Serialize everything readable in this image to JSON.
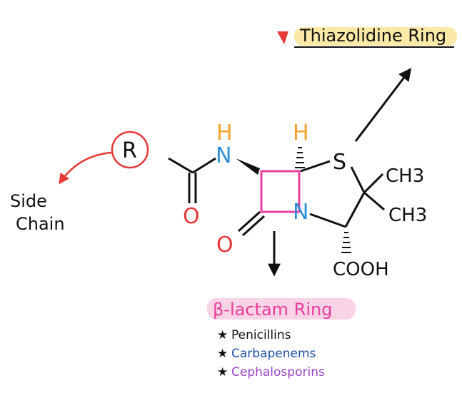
{
  "colors": {
    "bond": "#111111",
    "red": "#e53935",
    "blue": "#2f8fd8",
    "orange": "#f4a02a",
    "pink": "#e83e9e",
    "highlight_yellow": "#fbe9a8",
    "highlight_pink": "#f9d3e6",
    "carbapenems": "#1f4fa8",
    "cephalosporins": "#9b3fc7"
  },
  "atoms": {
    "r_group": "R",
    "nitrogen_amide": "N",
    "hydrogen_amide": "H",
    "oxygen_side": "O",
    "hydrogen_ring": "H",
    "sulfur": "S",
    "nitrogen_ring": "N",
    "oxygen_ring": "O",
    "methyl_top": "CH3",
    "methyl_bottom": "CH3",
    "carboxyl": "COOH"
  },
  "labels": {
    "side_chain_line1": "Side",
    "side_chain_line2": "Chain",
    "thiazolidine_ring": "Thiazolidine Ring",
    "beta_lactam_ring": "β-lactam Ring"
  },
  "antibiotics": [
    {
      "bullet": "★",
      "name": "Penicillins",
      "color": "#111111"
    },
    {
      "bullet": "★",
      "name": "Carbapenems",
      "color": "#1f4fa8"
    },
    {
      "bullet": "★",
      "name": "Cephalosporins",
      "color": "#9b3fc7"
    }
  ]
}
